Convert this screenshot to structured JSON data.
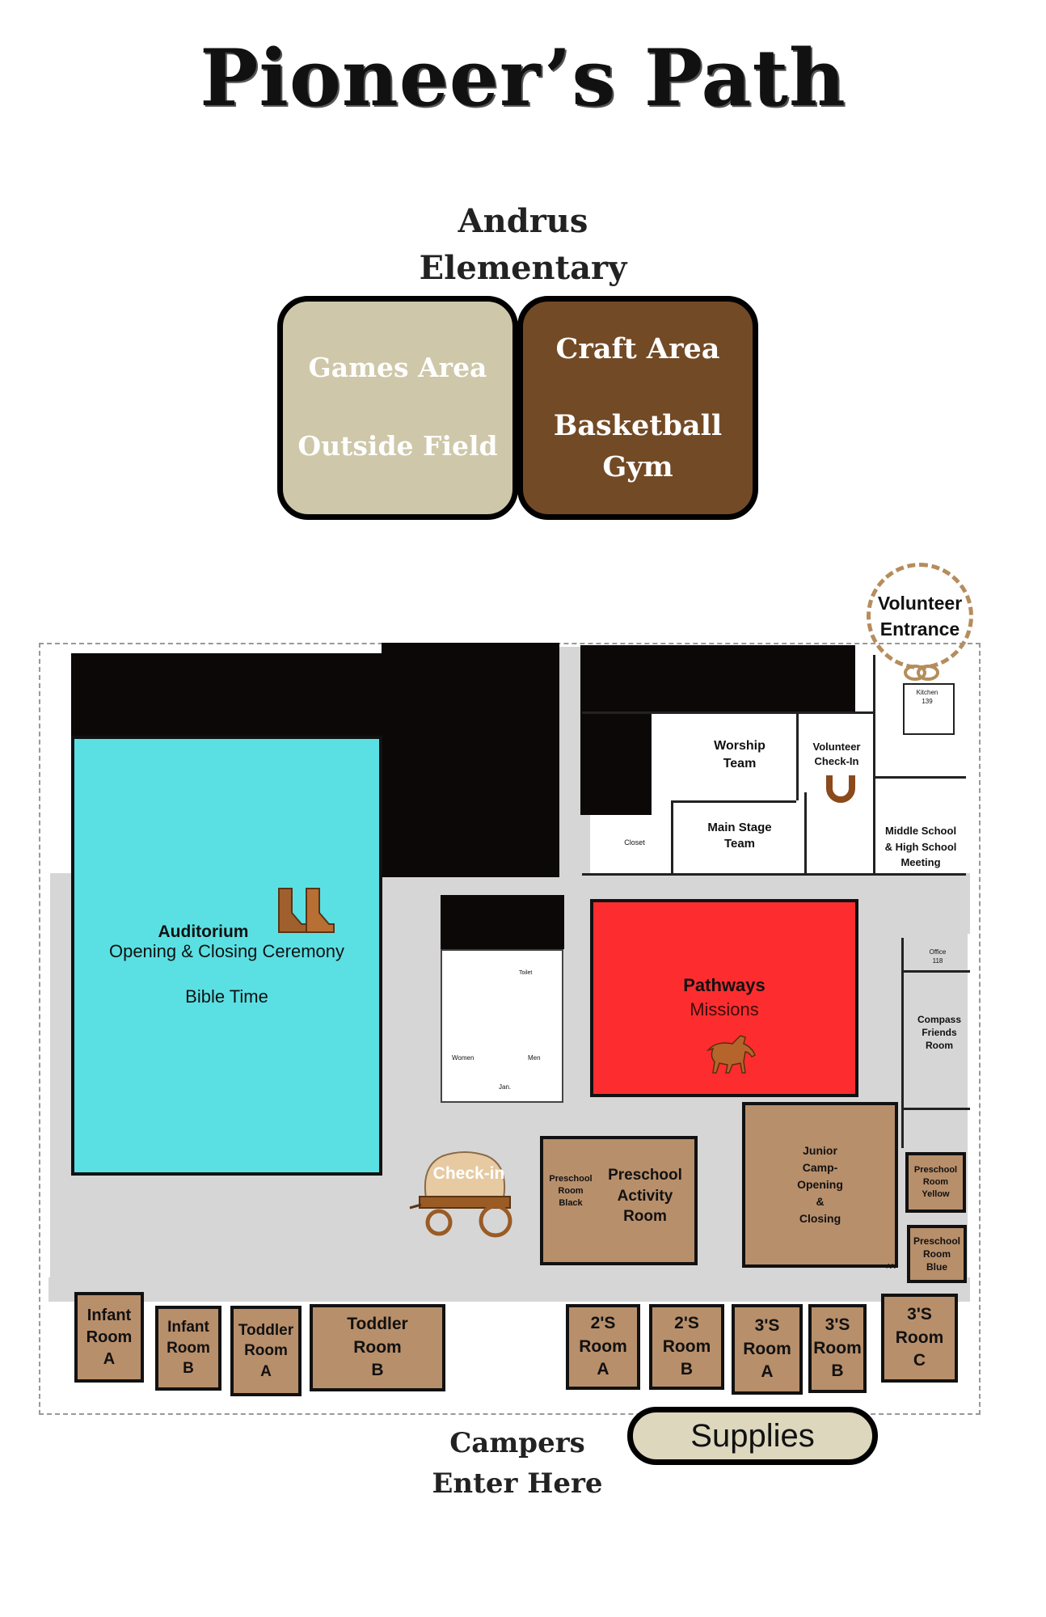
{
  "title": "Pioneer’s Path",
  "top_label": {
    "line1": "Andrus",
    "line2": "Elementary"
  },
  "outdoor_cards": {
    "left": {
      "line1": "Games Area",
      "line2": "Outside Field",
      "color": "#cec7a9"
    },
    "right": {
      "line1": "Craft Area",
      "line2": "Basketball",
      "line3": "Gym",
      "color": "#734a26"
    }
  },
  "volunteer_entrance": {
    "line1": "Volunteer",
    "line2": "Entrance"
  },
  "auditorium": {
    "title": "Auditorium",
    "line1": "Opening & Closing Ceremony",
    "line2": "Bible Time",
    "color": "#5ae0e3",
    "icon": "cowboy-boots-icon"
  },
  "pathways": {
    "title": "Pathways",
    "subtitle": "Missions",
    "color": "#fd2d2f",
    "icon": "horse-icon"
  },
  "checkin": {
    "label": "Check-in",
    "icon": "covered-wagon-icon"
  },
  "rooms": {
    "worship": {
      "line1": "Worship",
      "line2": "Team"
    },
    "volunteer_checkin": {
      "line1": "Volunteer",
      "line2": "Check-In",
      "icon": "horseshoe-icon"
    },
    "main_stage": {
      "line1": "Main Stage",
      "line2": "Team"
    },
    "middle_school": {
      "line1": "Middle School",
      "line2": "& High School",
      "line3": "Meeting"
    },
    "kitchen": {
      "line1": "Kitchen",
      "line2": "139"
    },
    "closet": "Closet",
    "office": {
      "line1": "Office",
      "line2": "118"
    },
    "compass": {
      "line1": "Compass",
      "line2": "Friends",
      "line3": "Room"
    },
    "restroom": {
      "toilet": "Toilet",
      "women": "Women",
      "men": "Men",
      "jan": "Jan."
    },
    "preschool_black": {
      "line1": "Preschool",
      "line2": "Room",
      "line3": "Black"
    },
    "preschool_activity": {
      "line1": "Preschool",
      "line2": "Activity",
      "line3": "Room"
    },
    "junior_camp": {
      "line1": "Junior",
      "line2": "Camp-",
      "line3": "Opening",
      "line4": "&",
      "line5": "Closing"
    },
    "preschool_yellow": {
      "line1": "Preschool",
      "line2": "Room",
      "line3": "Yellow"
    },
    "preschool_blue": {
      "line1": "Preschool",
      "line2": "Room",
      "line3": "Blue"
    },
    "av": "A/V",
    "infant_a": {
      "line1": "Infant",
      "line2": "Room",
      "line3": "A"
    },
    "infant_b": {
      "line1": "Infant",
      "line2": "Room",
      "line3": "B"
    },
    "toddler_a": {
      "line1": "Toddler",
      "line2": "Room",
      "line3": "A"
    },
    "toddler_b": {
      "line1": "Toddler",
      "line2": "Room",
      "line3": "B"
    },
    "twos_a": {
      "line1": "2'S",
      "line2": "Room",
      "line3": "A"
    },
    "twos_b": {
      "line1": "2'S",
      "line2": "Room",
      "line3": "B"
    },
    "threes_a": {
      "line1": "3'S",
      "line2": "Room",
      "line3": "A"
    },
    "threes_b": {
      "line1": "3'S",
      "line2": "Room",
      "line3": "B"
    },
    "threes_c": {
      "line1": "3'S",
      "line2": "Room",
      "line3": "C"
    }
  },
  "campers_entrance": {
    "line1": "Campers",
    "line2": "Enter Here"
  },
  "supplies": "Supplies",
  "colors": {
    "room_brown": "#b88f6b",
    "corridor_gray": "#d6d6d6",
    "dark_block": "#0c0808",
    "supplies_bg": "#dcd7bd"
  }
}
